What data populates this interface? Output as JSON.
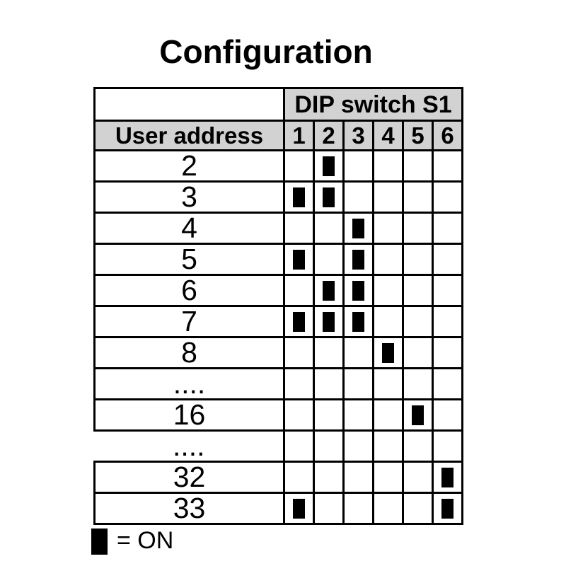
{
  "title": "Configuration",
  "table": {
    "group_header": "DIP switch S1",
    "row_header": "User address",
    "switch_columns": [
      "1",
      "2",
      "3",
      "4",
      "5",
      "6"
    ],
    "rows": [
      {
        "address": "2",
        "on": [
          2
        ],
        "open_left": false
      },
      {
        "address": "3",
        "on": [
          1,
          2
        ],
        "open_left": false
      },
      {
        "address": "4",
        "on": [
          3
        ],
        "open_left": false
      },
      {
        "address": "5",
        "on": [
          1,
          3
        ],
        "open_left": false
      },
      {
        "address": "6",
        "on": [
          2,
          3
        ],
        "open_left": false
      },
      {
        "address": "7",
        "on": [
          1,
          2,
          3
        ],
        "open_left": false
      },
      {
        "address": "8",
        "on": [
          4
        ],
        "open_left": false
      },
      {
        "address": "....",
        "on": [],
        "open_left": false
      },
      {
        "address": "16",
        "on": [
          5
        ],
        "open_left": false
      },
      {
        "address": "....",
        "on": [],
        "open_left": true
      },
      {
        "address": "32",
        "on": [
          6
        ],
        "open_left": false
      },
      {
        "address": "33",
        "on": [
          1,
          6
        ],
        "open_left": false
      }
    ]
  },
  "legend": {
    "symbol": "on-square",
    "text": "= ON"
  },
  "colors": {
    "background": "#ffffff",
    "header_bg": "#d2d2d2",
    "border": "#000000",
    "on_square": "#000000",
    "text": "#000000"
  }
}
